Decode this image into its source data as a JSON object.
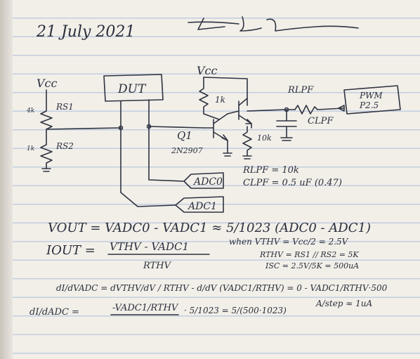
{
  "header": {
    "date": "21 July 2021",
    "signature": "Frank L Erickson"
  },
  "circuit": {
    "vcc_left": "Vcc",
    "vcc_right": "Vcc",
    "r_left_upper_value": "4k",
    "r_left_upper_name": "RS1",
    "r_left_lower_value": "1k",
    "r_left_lower_name": "RS2",
    "dut": "DUT",
    "r_mid": "1k",
    "transistor_name": "Q1",
    "transistor_part": "2N2907",
    "r_right": "10k",
    "r_lpf_label": "RLPF",
    "c_lpf_label": "CLPF",
    "pwm_line1": "PWM",
    "pwm_line2": "P2.5",
    "adc0": "ADC0",
    "adc1": "ADC1",
    "note_rlpf": "RLPF = 10k",
    "note_clpf": "CLPF = 0.5 uF (0.47)"
  },
  "equations": {
    "vout": "VOUT = VADC0 - VADC1 ≈ 5/1023 (ADC0 - ADC1)",
    "iout_lhs": "IOUT =",
    "iout_num": "VTHV - VADC1",
    "iout_den": "RTHV",
    "when": "when VTHV = Vcc/2 = 2.5V",
    "rthv": "RTHV = RS1 // RS2 = 5K",
    "isc": "ISC = 2.5V/5K = 500uA",
    "deriv1": "dI/dVADC = dVTHV/dV / RTHV - d/dV (VADC1/RTHV) = 0 - VADC1/RTHV·500",
    "deriv2_lhs": "dI/dADC =",
    "deriv2_frac": "-VADC1/RTHV",
    "deriv2_mid": "· 5/1023 = 5/(500·1023)",
    "deriv2_rhs": "A/step ≈ 1uA"
  }
}
